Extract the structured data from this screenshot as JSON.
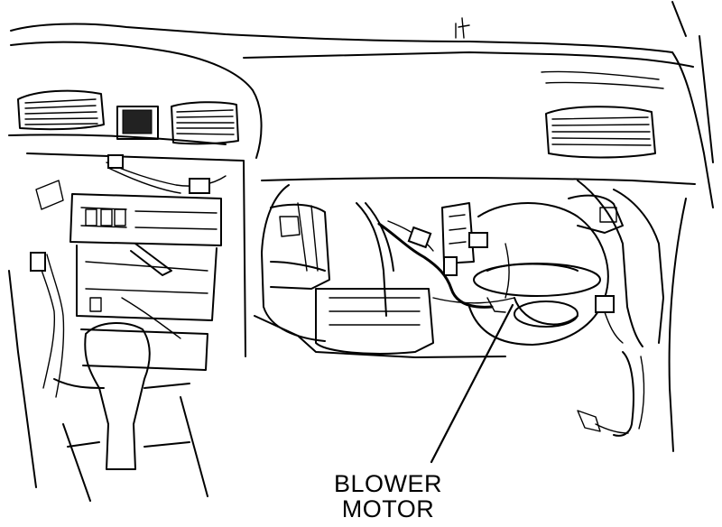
{
  "diagram": {
    "callouts": [
      {
        "id": "blower-motor",
        "line1": "BLOWER",
        "line2": "MOTOR"
      }
    ]
  }
}
